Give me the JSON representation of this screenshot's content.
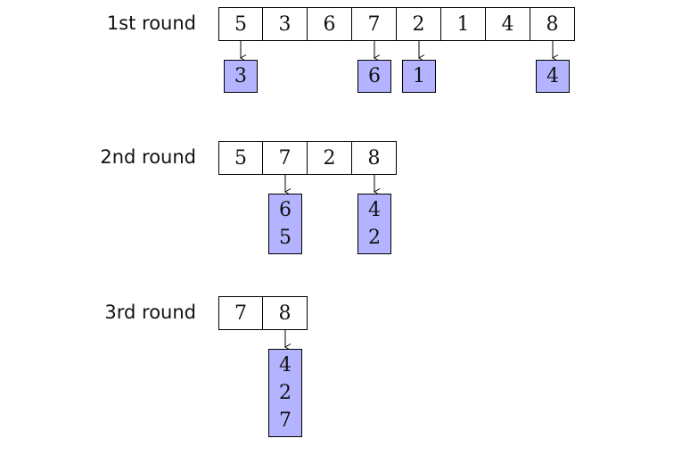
{
  "rounds": [
    {
      "label": "1st round",
      "cells": [
        "5",
        "3",
        "6",
        "7",
        "2",
        "1",
        "4",
        "8"
      ],
      "stacks": [
        {
          "column": 0,
          "items": [
            "3"
          ]
        },
        {
          "column": 3,
          "items": [
            "6"
          ]
        },
        {
          "column": 4,
          "items": [
            "1"
          ]
        },
        {
          "column": 7,
          "items": [
            "4"
          ]
        }
      ]
    },
    {
      "label": "2nd round",
      "cells": [
        "5",
        "7",
        "2",
        "8"
      ],
      "stacks": [
        {
          "column": 1,
          "items": [
            "6",
            "5"
          ]
        },
        {
          "column": 3,
          "items": [
            "4",
            "2"
          ]
        }
      ]
    },
    {
      "label": "3rd round",
      "cells": [
        "7",
        "8"
      ],
      "stacks": [
        {
          "column": 1,
          "items": [
            "4",
            "2",
            "7"
          ]
        }
      ]
    }
  ],
  "colors": {
    "stack_fill": "#b3b3ff",
    "border": "#000000",
    "cell_fill": "#ffffff"
  }
}
